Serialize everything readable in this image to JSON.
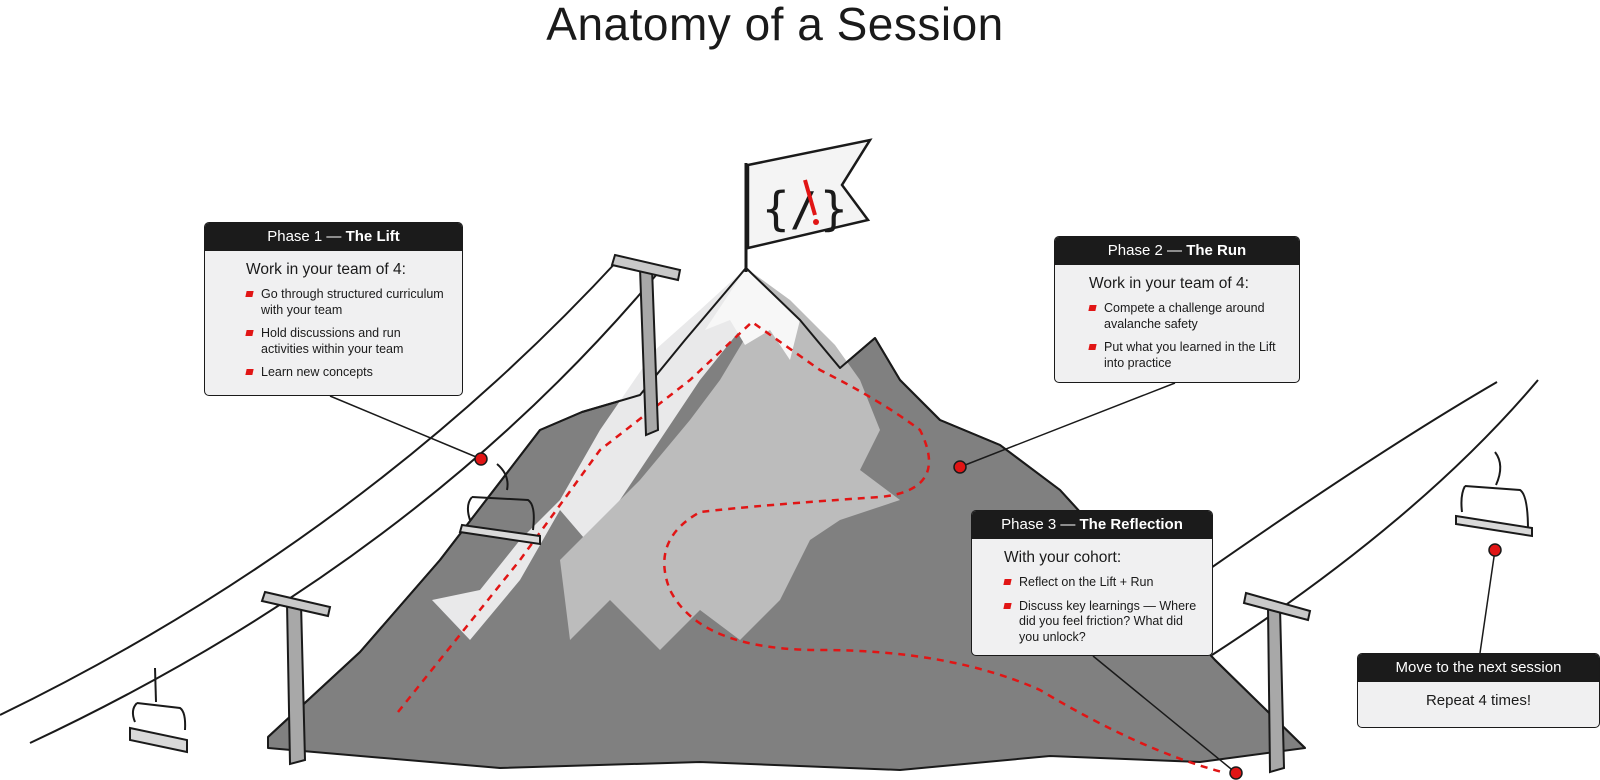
{
  "title": "Anatomy of a Session",
  "colors": {
    "accent": "#e11515",
    "dark": "#1b1b1b",
    "mountain_dark": "#808080",
    "mountain_mid": "#bdbdbd",
    "mountain_light": "#ebebeb",
    "card_bg": "#f0f0f1"
  },
  "icons": {
    "flag_logo": "code-brackets-icon"
  },
  "phase1": {
    "label": "Phase 1 — ",
    "name": "The Lift",
    "subtitle": "Work in your team of 4:",
    "items": [
      "Go through structured curriculum with your team",
      "Hold discussions and run activities within your team",
      "Learn new concepts"
    ]
  },
  "phase2": {
    "label": "Phase 2 — ",
    "name": "The Run",
    "subtitle": "Work in your team of 4:",
    "items": [
      "Compete a challenge around avalanche safety",
      "Put what you learned in the Lift into practice"
    ]
  },
  "phase3": {
    "label": "Phase 3 — ",
    "name": "The Reflection",
    "subtitle": "With your cohort:",
    "items": [
      "Reflect on the Lift + Run",
      "Discuss key learnings — Where did you feel friction? What did you unlock?"
    ]
  },
  "next": {
    "title": "Move to the next session",
    "body": "Repeat 4 times!"
  }
}
